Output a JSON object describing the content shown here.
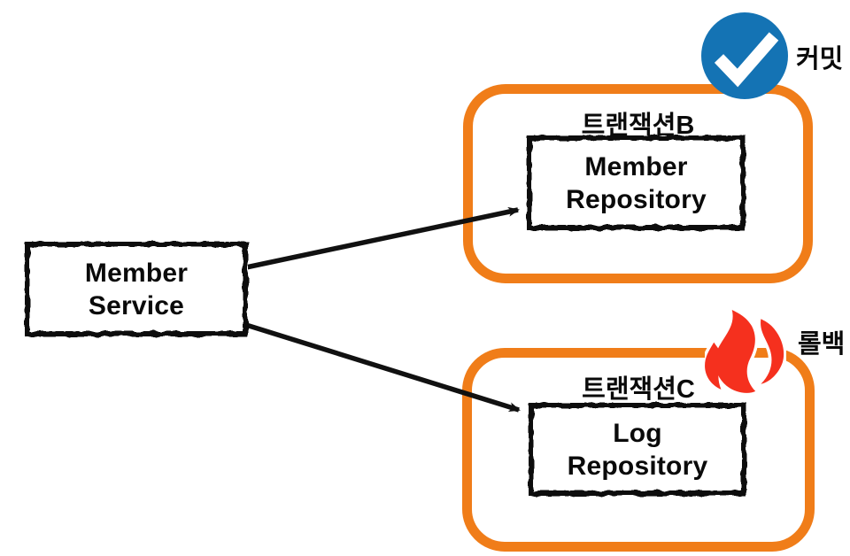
{
  "colors": {
    "transaction_border": "#F07D19",
    "commit_badge": "#1473B4",
    "rollback_flame": "#F5301E",
    "box_border": "#111111",
    "arrow": "#111111",
    "background": "#FFFFFF"
  },
  "diagram": {
    "service_box": {
      "lines": [
        "Member",
        "Service"
      ]
    },
    "transactions": [
      {
        "title": "트랜잭션B",
        "repository_lines": [
          "Member",
          "Repository"
        ],
        "status_label": "커밋",
        "status_icon": "checkmark"
      },
      {
        "title": "트랜잭션C",
        "repository_lines": [
          "Log",
          "Repository"
        ],
        "status_label": "롤백",
        "status_icon": "fire"
      }
    ]
  }
}
